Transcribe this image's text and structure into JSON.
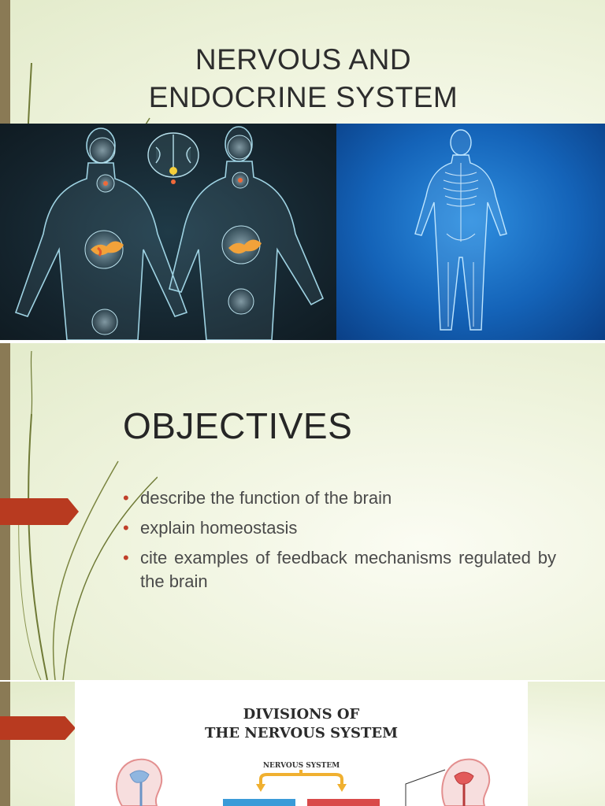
{
  "slide1": {
    "title_lines": [
      "NERVOUS AND",
      "ENDOCRINE SYSTEM"
    ]
  },
  "slide2": {
    "title": "OBJECTIVES",
    "bullets": [
      "describe the function of the brain",
      "explain homeostasis",
      "cite examples of feedback mechanisms regulated by the brain"
    ]
  },
  "slide3": {
    "infographic_title_lines": [
      "DIVISIONS OF",
      "THE NERVOUS SYSTEM"
    ],
    "infographic_label": "NERVOUS SYSTEM"
  },
  "colors": {
    "slide_bg": "#eef3dc",
    "left_bar": "#8a7a55",
    "accent_arrow": "#b83a20",
    "bullet_dot": "#c0402a",
    "vine": "#6f7a36",
    "endocrine_glow": "#f2a23a",
    "infographic_box_left": "#3a9bd8",
    "infographic_box_right": "#d94a4a",
    "infographic_arrow": "#f0b030"
  },
  "icons": [
    "vine-decoration",
    "endocrine-body-illustration",
    "skeleton-body-illustration",
    "nervous-system-figure-icon"
  ]
}
